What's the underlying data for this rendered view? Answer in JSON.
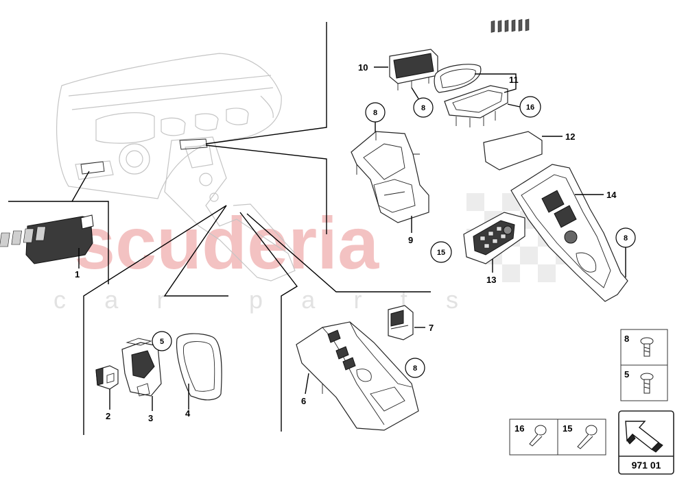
{
  "watermark": {
    "brand": "scuderia",
    "tagline": "car parts"
  },
  "callouts": {
    "c1": "1",
    "c2": "2",
    "c3": "3",
    "c4": "4",
    "c6": "6",
    "c7": "7",
    "c9": "9",
    "c10": "10",
    "c11": "11",
    "c12": "12",
    "c13": "13",
    "c14": "14"
  },
  "circled_refs": {
    "r5": "5",
    "r8a": "8",
    "r8b": "8",
    "r8c": "8",
    "r8d": "8",
    "r15": "15",
    "r16": "16"
  },
  "fastener_legend": {
    "box_a": [
      {
        "ref": "8"
      },
      {
        "ref": "5"
      }
    ],
    "box_b": [
      {
        "ref": "16"
      },
      {
        "ref": "15"
      }
    ]
  },
  "catalog_number": "971 01",
  "icons": {
    "nav": "arrow-up-left-icon"
  }
}
